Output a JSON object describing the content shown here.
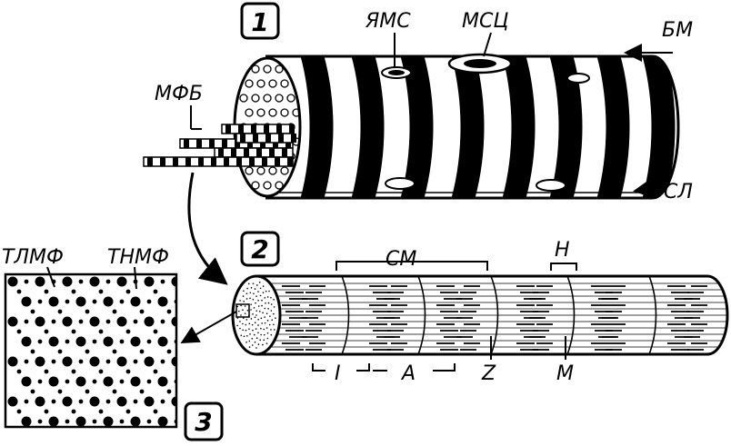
{
  "panels": {
    "panel1": {
      "number": "1"
    },
    "panel2": {
      "number": "2"
    },
    "panel3": {
      "number": "3"
    }
  },
  "labels": {
    "yams": "ЯМС",
    "msc": "МСЦ",
    "bm": "БМ",
    "mfb": "МФБ",
    "sl": "СЛ",
    "tlmf": "ТЛМФ",
    "tnmf": "ТНМФ",
    "sm": "СМ",
    "h": "H",
    "i": "I",
    "a": "A",
    "z": "Z",
    "m": "M"
  },
  "colors": {
    "ink": "#000000",
    "paper": "#ffffff"
  }
}
